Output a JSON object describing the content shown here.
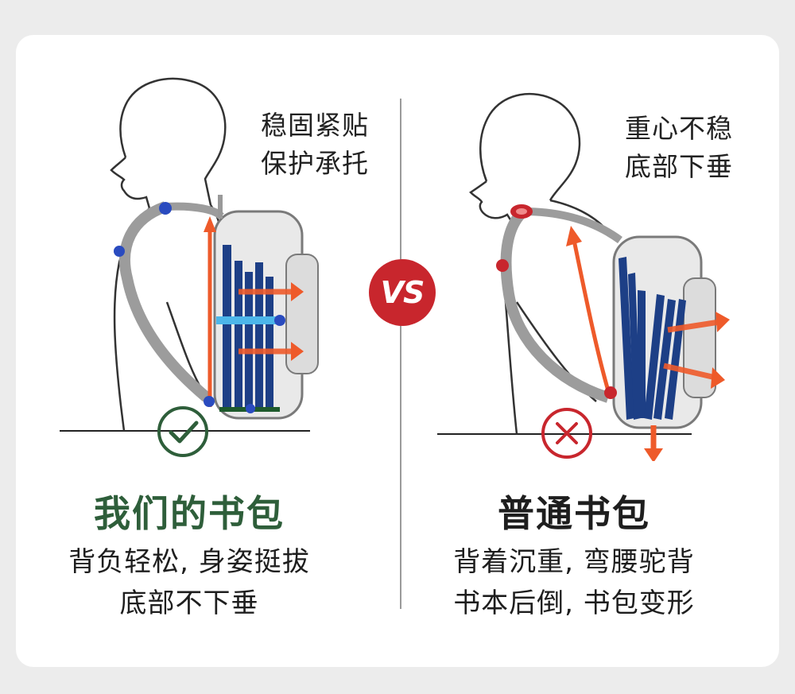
{
  "vs_label": "VS",
  "left": {
    "note": [
      "稳固紧贴",
      "保护承托"
    ],
    "title": "我们的书包",
    "description": [
      "背负轻松, 身姿挺拔",
      "底部不下垂"
    ],
    "status_icon": "check-circle-icon",
    "title_color": "#2e5e3a"
  },
  "right": {
    "note": [
      "重心不稳",
      "底部下垂"
    ],
    "title": "普通书包",
    "description": [
      "背着沉重, 弯腰驼背",
      "书本后倒, 书包变形"
    ],
    "status_icon": "cross-circle-icon",
    "title_color": "#1e1e1e"
  },
  "colors": {
    "arrow": "#ee5a2a",
    "book": "#1d3f86",
    "check": "#2e5e3a",
    "cross": "#c8262d",
    "strap_point_good": "#2a4bbf",
    "strap_point_bad": "#c8262d"
  }
}
